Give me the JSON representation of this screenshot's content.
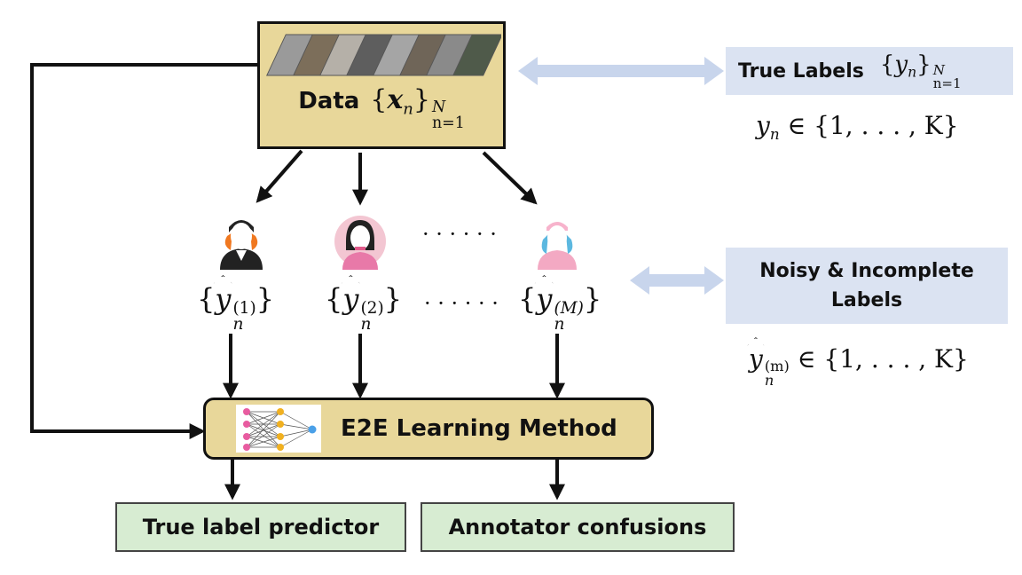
{
  "data_box": {
    "label": "Data",
    "math": "{x_n}_{n=1}^N",
    "set_var": "x",
    "sub": "n",
    "sup": "N",
    "range": "n=1"
  },
  "true_labels": {
    "label": "True Labels",
    "var": "y",
    "sub": "n",
    "sup": "N",
    "range": "n=1",
    "domain_var": "y",
    "domain_sub": "n",
    "domain_set": "∈ {1, . . . , K}"
  },
  "noisy_labels": {
    "label_line1": "Noisy & Incomplete",
    "label_line2": "Labels",
    "domain_sup": "(m)",
    "domain_set": "∈ {1, . . . , K}"
  },
  "annotators": [
    {
      "sup": "(1)",
      "color": "#f07820"
    },
    {
      "sup": "(2)",
      "color": "#e8a0b0"
    },
    {
      "sup": "(M)",
      "color": "#5cb8e0"
    }
  ],
  "dots": "· · · · · ·",
  "method_box": {
    "label": "E2E Learning Method"
  },
  "outputs": [
    {
      "label": "True label predictor"
    },
    {
      "label": "Annotator confusions"
    }
  ],
  "colors": {
    "yellow_box": "#e8d79a",
    "blue_box": "#dbe3f2",
    "green_box": "#d7ecd2",
    "double_arrow": "#c8d5ec"
  }
}
